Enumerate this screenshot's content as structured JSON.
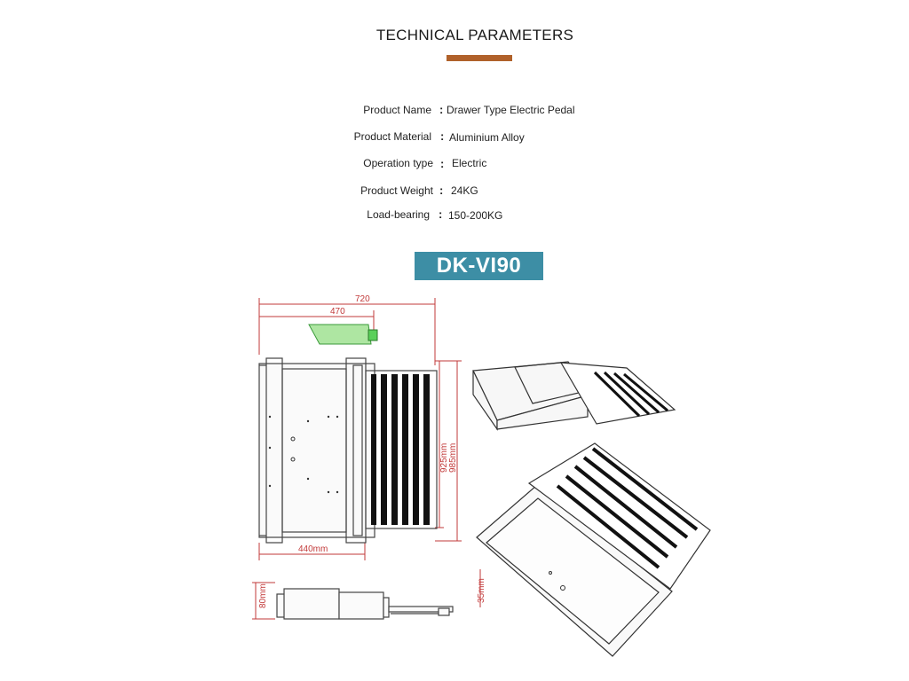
{
  "header": {
    "title": "TECHNICAL PARAMETERS",
    "accent_color": "#b0612a"
  },
  "parameters": [
    {
      "label": "Product Name",
      "value": "Drawer Type Electric Pedal"
    },
    {
      "label": "Product Material",
      "value": "Aluminium Alloy"
    },
    {
      "label": "Operation type",
      "value": "Electric"
    },
    {
      "label": "Product Weight",
      "value": "24KG"
    },
    {
      "label": "Load-bearing",
      "value": "150-200KG"
    }
  ],
  "model": {
    "name": "DK-VI90",
    "badge_color": "#3d8ea5"
  },
  "drawing": {
    "dimension_color": "#c23a3a",
    "dims": {
      "overall_length": "720",
      "box_length": "470",
      "step_width": "925mm",
      "overall_width": "985mm",
      "box_width": "440mm",
      "side_height": "80mm",
      "iso_height": "35mm"
    }
  }
}
